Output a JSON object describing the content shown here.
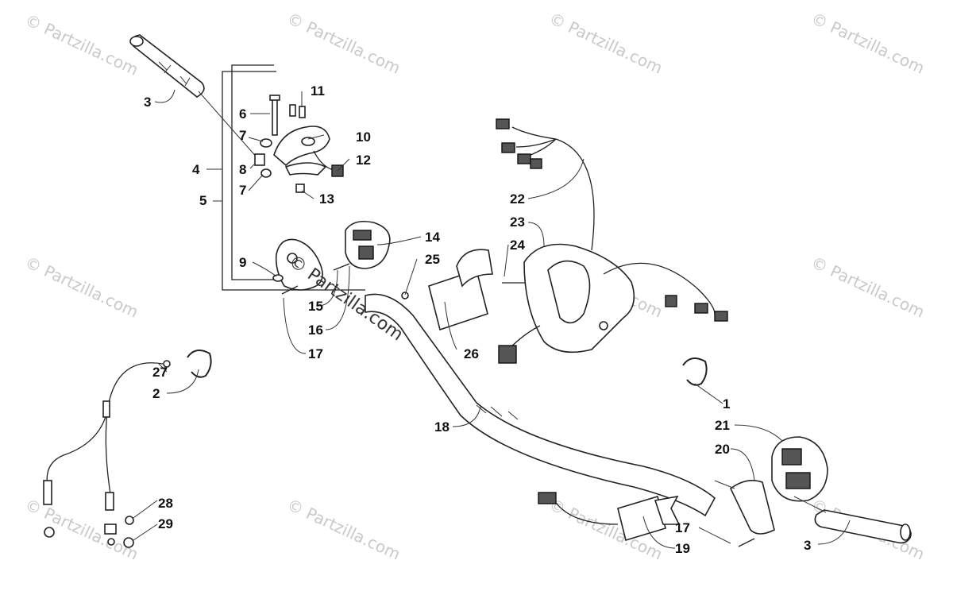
{
  "watermark": {
    "text": "© Partzilla.com"
  },
  "diagram_watermark": {
    "text": "© Partzilla.com"
  },
  "callouts": [
    {
      "id": "c3a",
      "label": "3"
    },
    {
      "id": "c6",
      "label": "6"
    },
    {
      "id": "c11",
      "label": "11"
    },
    {
      "id": "c7a",
      "label": "7"
    },
    {
      "id": "c10",
      "label": "10"
    },
    {
      "id": "c4",
      "label": "4"
    },
    {
      "id": "c8",
      "label": "8"
    },
    {
      "id": "c12",
      "label": "12"
    },
    {
      "id": "c7b",
      "label": "7"
    },
    {
      "id": "c5",
      "label": "5"
    },
    {
      "id": "c13",
      "label": "13"
    },
    {
      "id": "c22",
      "label": "22"
    },
    {
      "id": "c23",
      "label": "23"
    },
    {
      "id": "c14",
      "label": "14"
    },
    {
      "id": "c24",
      "label": "24"
    },
    {
      "id": "c25",
      "label": "25"
    },
    {
      "id": "c9",
      "label": "9"
    },
    {
      "id": "c15",
      "label": "15"
    },
    {
      "id": "c16",
      "label": "16"
    },
    {
      "id": "c17a",
      "label": "17"
    },
    {
      "id": "c26",
      "label": "26"
    },
    {
      "id": "c27",
      "label": "27"
    },
    {
      "id": "c2",
      "label": "2"
    },
    {
      "id": "c1",
      "label": "1"
    },
    {
      "id": "c21",
      "label": "21"
    },
    {
      "id": "c18",
      "label": "18"
    },
    {
      "id": "c20",
      "label": "20"
    },
    {
      "id": "c28",
      "label": "28"
    },
    {
      "id": "c29",
      "label": "29"
    },
    {
      "id": "c17b",
      "label": "17"
    },
    {
      "id": "c19",
      "label": "19"
    },
    {
      "id": "c3b",
      "label": "3"
    }
  ]
}
